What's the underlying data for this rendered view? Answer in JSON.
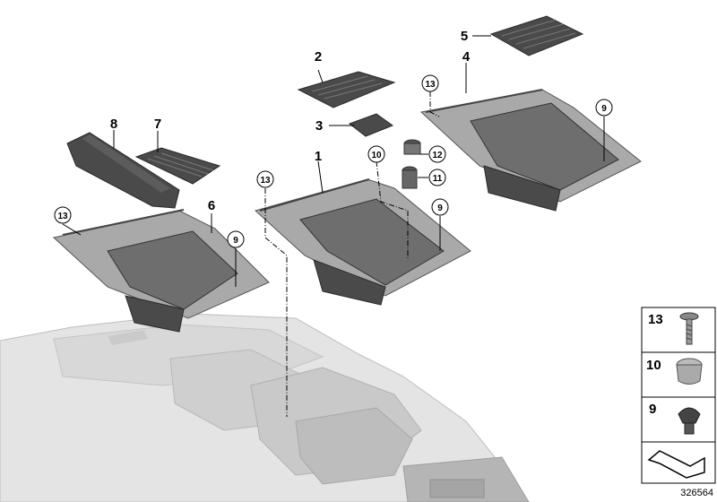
{
  "callouts": {
    "c1": "1",
    "c2": "2",
    "c3": "3",
    "c4": "4",
    "c5": "5",
    "c6": "6",
    "c7": "7",
    "c8": "8",
    "c9a": "9",
    "c9b": "9",
    "c9c": "9",
    "c10": "10",
    "c11": "11",
    "c12": "12",
    "c13a": "13",
    "c13b": "13",
    "c13c": "13"
  },
  "legend": {
    "item13": "13",
    "item10": "10",
    "item9": "9"
  },
  "reference_number": "326564"
}
